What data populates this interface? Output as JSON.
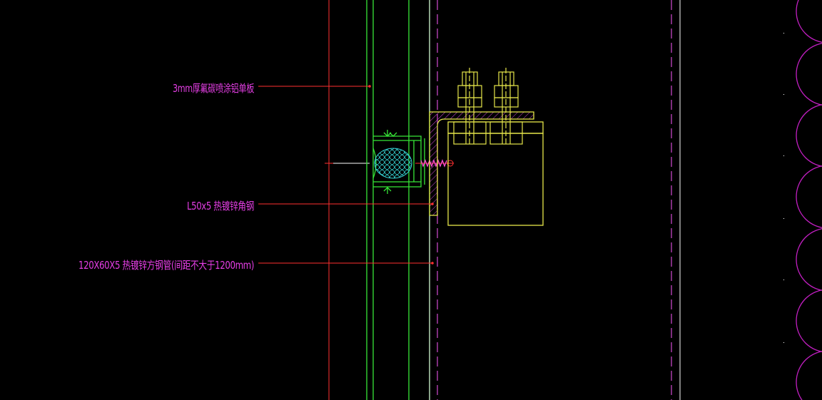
{
  "drawing": {
    "background": "#000000",
    "colors": {
      "annotation_text": "#e53ee5",
      "leader_line": "#ff3030",
      "panel_lines": "#37e637",
      "steel_section": "#e6e64a",
      "structure_lines": "#ffffff",
      "hatch_and_hidden": "#d24bd2",
      "mesh": "#37d6d6"
    },
    "annotations": [
      {
        "id": "panel",
        "text": "3mm厚氟碳喷涂铝单板"
      },
      {
        "id": "angle",
        "text": "L50x5 热镀锌角钢"
      },
      {
        "id": "tube",
        "text": "120X60X5 热镀锌方钢管(间距不大于1200mm)"
      }
    ]
  }
}
